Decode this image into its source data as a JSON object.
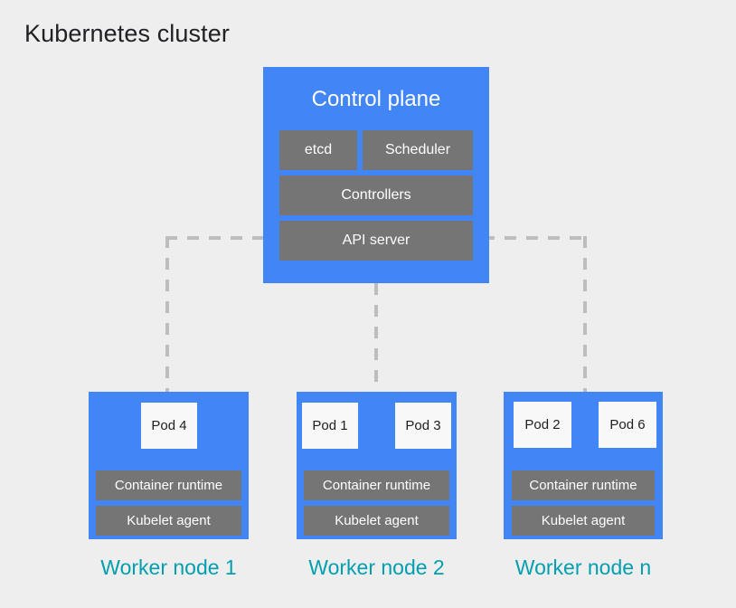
{
  "title": "Kubernetes cluster",
  "colors": {
    "background": "#eeeeee",
    "node_blue": "#4285f4",
    "component_gray": "#757575",
    "pod_white": "#f8f8f8",
    "label_teal": "#009fb0",
    "connector_gray": "#bdbdbd",
    "title_black": "#202124"
  },
  "control_plane": {
    "title": "Control plane",
    "components": [
      {
        "label": "etcd"
      },
      {
        "label": "Scheduler"
      },
      {
        "label": "Controllers"
      },
      {
        "label": "API server"
      }
    ]
  },
  "worker_nodes": [
    {
      "label": "Worker node 1",
      "pods": [
        {
          "label": "Pod 4"
        }
      ],
      "runtime": "Container runtime",
      "kubelet": "Kubelet agent"
    },
    {
      "label": "Worker node 2",
      "pods": [
        {
          "label": "Pod 1"
        },
        {
          "label": "Pod 3"
        }
      ],
      "runtime": "Container runtime",
      "kubelet": "Kubelet agent"
    },
    {
      "label": "Worker node n",
      "pods": [
        {
          "label": "Pod 2"
        },
        {
          "label": "Pod 6"
        }
      ],
      "runtime": "Container runtime",
      "kubelet": "Kubelet agent"
    }
  ],
  "connectors": {
    "style": "dashed",
    "links": [
      {
        "from": "API server",
        "to": "Worker node 1"
      },
      {
        "from": "Control plane",
        "to": "Worker node 2"
      },
      {
        "from": "API server",
        "to": "Worker node n"
      }
    ]
  }
}
